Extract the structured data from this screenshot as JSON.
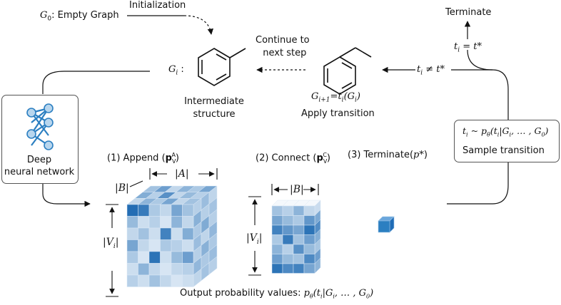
{
  "top": {
    "g0_label": "G",
    "g0_sub": "0",
    "g0_text": ": Empty Graph",
    "initialization": "Initialization",
    "continue_line1": "Continue to",
    "continue_line2": "next step",
    "terminate": "Terminate",
    "ti_eq": "t",
    "ti_eq_sub": "i",
    "ti_eq_rest": " = t*",
    "ti_neq": "t",
    "ti_neq_sub": "i",
    "ti_neq_rest": " ≠ t*"
  },
  "middle": {
    "gi_label": "G",
    "gi_sub": "i",
    "gi_colon": " :",
    "intermediate_line1": "Intermediate",
    "intermediate_line2": "structure",
    "gi1_formula": "G",
    "gi1_sub": "i+1",
    "gi1_rest": "=t",
    "gi1_rest_sub": "i",
    "gi1_rest2": "(G",
    "gi1_rest2_sub": "i",
    "gi1_close": ")",
    "apply_transition": "Apply transition"
  },
  "left_box": {
    "line1": "Deep",
    "line2": "neural network"
  },
  "right_box": {
    "formula": "t",
    "formula_sub": "i",
    "formula_rest": " ~ p",
    "formula_theta": "θ",
    "formula_args": "(t",
    "formula_args_sub": "i",
    "formula_args2": "|G",
    "formula_args2_sub": "i",
    "formula_args3": ", … , G",
    "formula_args3_sub": "0",
    "formula_close": ")",
    "caption": "Sample transition"
  },
  "bottom_panel": {
    "append_title": "(1) Append (",
    "append_p": "p",
    "append_sub": "V",
    "append_sup": "A",
    "append_close": ")",
    "connect_title": "(2) Connect (",
    "connect_p": "p",
    "connect_sub": "V",
    "connect_sup": "C",
    "connect_close": ")",
    "terminate_title": "(3) Terminate(",
    "terminate_p": "p*",
    "terminate_close": ")",
    "dim_A": "|A|",
    "dim_B_append": "|B|",
    "dim_Vi_append": "|V",
    "dim_Vi_append_sub": "i",
    "dim_Vi_append_close": "|",
    "dim_B_connect": "|B|",
    "dim_Vi_connect": "|V",
    "dim_Vi_connect_sub": "i",
    "dim_Vi_connect_close": "|",
    "output_text": "Output probability values: ",
    "output_p": "p",
    "output_theta": "θ",
    "output_args": "(t",
    "output_args_sub": "i",
    "output_args2": "|G",
    "output_args2_sub": "i",
    "output_args3": ", … , G",
    "output_args3_sub": "0",
    "output_close": ")"
  },
  "colors": {
    "line": "#111111",
    "box_border": "#555555",
    "network_blue": "#2c7fc1",
    "network_node": "#b8d6ee",
    "cube_dark": "#1f6cb6",
    "cube_mid": "#5b9bd5",
    "cube_light": "#c6dcf1",
    "cube_white": "#eef4fb"
  },
  "heatmaps": {
    "append_front": [
      [
        0.95,
        0.85,
        0.3,
        0.2,
        0.55,
        0.35
      ],
      [
        0.4,
        0.15,
        0.25,
        0.1,
        0.45,
        0.2
      ],
      [
        0.2,
        0.35,
        0.15,
        0.8,
        0.15,
        0.5
      ],
      [
        0.55,
        0.2,
        0.1,
        0.3,
        0.25,
        0.15
      ],
      [
        0.3,
        0.1,
        0.9,
        0.15,
        0.4,
        0.6
      ],
      [
        0.15,
        0.45,
        0.2,
        0.1,
        0.2,
        0.25
      ],
      [
        0.25,
        0.15,
        0.35,
        0.2,
        0.1,
        0.15
      ]
    ],
    "append_top": [
      [
        0.35,
        0.6,
        0.2,
        0.45,
        0.3,
        0.55
      ],
      [
        0.5,
        0.25,
        0.7,
        0.2,
        0.4,
        0.25
      ],
      [
        0.2,
        0.45,
        0.3,
        0.55,
        0.2,
        0.35
      ]
    ],
    "append_side": [
      [
        0.3,
        0.45,
        0.25
      ],
      [
        0.55,
        0.3,
        0.4
      ],
      [
        0.35,
        0.6,
        0.3
      ],
      [
        0.45,
        0.25,
        0.5
      ],
      [
        0.3,
        0.55,
        0.35
      ],
      [
        0.5,
        0.35,
        0.45
      ],
      [
        0.25,
        0.4,
        0.3
      ]
    ],
    "connect_front": [
      [
        0.35,
        0.25,
        0.45,
        0.2
      ],
      [
        0.55,
        0.4,
        0.3,
        0.65
      ],
      [
        0.8,
        0.65,
        0.55,
        0.9
      ],
      [
        0.3,
        0.85,
        0.35,
        0.6
      ],
      [
        0.45,
        0.25,
        0.7,
        0.4
      ],
      [
        0.6,
        0.4,
        0.35,
        0.75
      ],
      [
        0.9,
        0.75,
        0.8,
        0.55
      ]
    ]
  }
}
